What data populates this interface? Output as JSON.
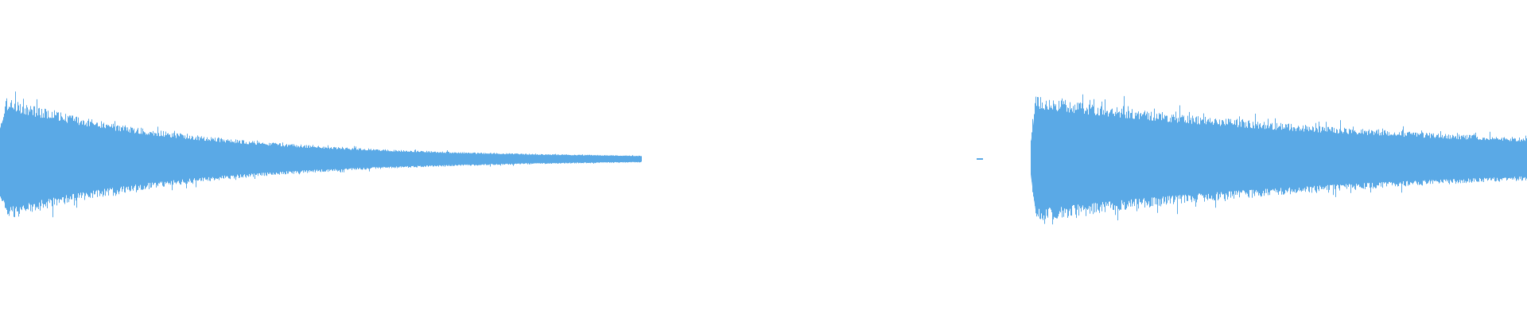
{
  "waveform": {
    "color": "#5aa9e6",
    "background": "#ffffff",
    "duration_fraction_segments": [
      {
        "name": "first-audio-region",
        "start": 0.0,
        "end": 0.42,
        "peak": 0.42,
        "decay": "exponential"
      },
      {
        "name": "silence-gap",
        "start": 0.42,
        "end": 0.675,
        "peak": 0.0
      },
      {
        "name": "second-audio-region",
        "start": 0.675,
        "end": 1.0,
        "peak": 0.4,
        "decay": "slow"
      }
    ]
  }
}
